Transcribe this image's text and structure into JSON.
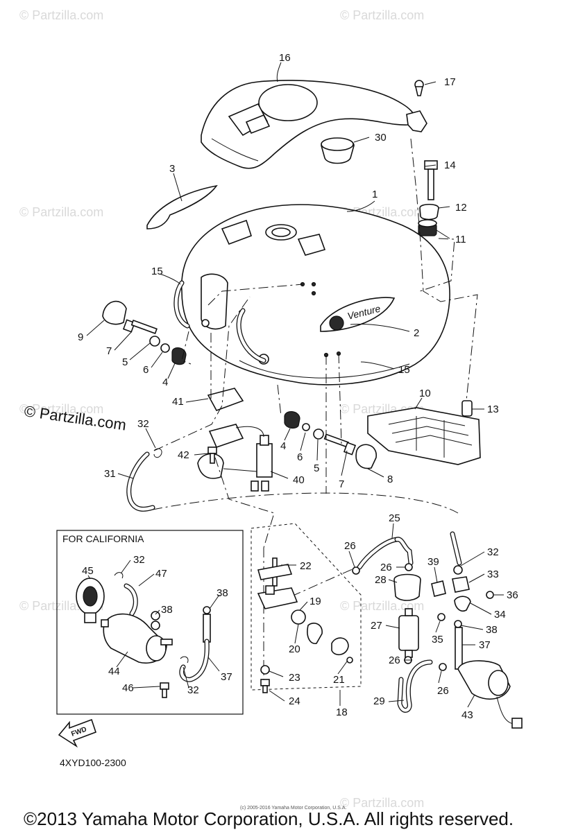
{
  "watermarks": [
    "© Partzilla.com",
    "© Partzilla.com",
    "© Partzilla.com",
    "© Partzilla.com",
    "© Partzilla.com",
    "© Partzilla.com",
    "© Partzilla.com",
    "© Partzilla.com",
    "© Partzilla.com"
  ],
  "main_watermark": "© Partzilla.com",
  "tank_badge": "Venture",
  "callouts": [
    "16",
    "17",
    "30",
    "14",
    "3",
    "1",
    "12",
    "11",
    "15",
    "9",
    "7",
    "5",
    "6",
    "4",
    "2",
    "15",
    "41",
    "10",
    "13",
    "32",
    "4",
    "6",
    "5",
    "7",
    "8",
    "42",
    "40",
    "31",
    "25",
    "26",
    "32",
    "22",
    "26",
    "39",
    "33",
    "28",
    "36",
    "19",
    "34",
    "27",
    "35",
    "38",
    "20",
    "37",
    "21",
    "26",
    "26",
    "23",
    "29",
    "43",
    "24",
    "18",
    "32",
    "47",
    "45",
    "38",
    "38",
    "44",
    "37",
    "32",
    "46"
  ],
  "california_label": "FOR CALIFORNIA",
  "fwd_label": "FWD",
  "diagram_code": "4XYD100-2300",
  "tiny_copyright": "(c) 2005-2016 Yamaha Motor Corporation, U.S.A.",
  "copyright": "©2013 Yamaha Motor Corporation, U.S.A. All rights reserved."
}
